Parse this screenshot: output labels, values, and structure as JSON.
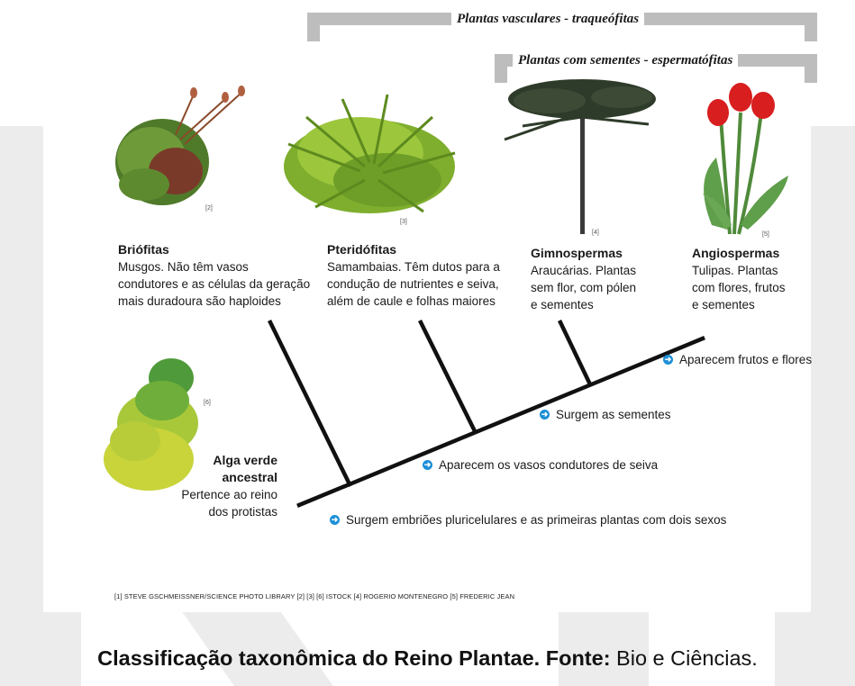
{
  "brackets": {
    "vascular": "Plantas vasculares - traqueófitas",
    "seeds": "Plantas com sementes - espermatófitas"
  },
  "groups": [
    {
      "name": "Briófitas",
      "desc": "Musgos. Não têm vasos\ncondutores e as células da geração\nmais duradoura são haploides",
      "credit": "[2]"
    },
    {
      "name": "Pteridófitas",
      "desc": "Samambaias. Têm dutos para a\ncondução de nutrientes e seiva,\nalém de caule e folhas maiores",
      "credit": "[3]"
    },
    {
      "name": "Gimnospermas",
      "desc": "Araucárias. Plantas\nsem flor, com pólen\ne sementes",
      "credit": "[4]"
    },
    {
      "name": "Angiospermas",
      "desc": "Tulipas. Plantas\ncom flores, frutos\ne sementes",
      "credit": "[5]"
    }
  ],
  "ancestor": {
    "name": "Alga verde\nancestral",
    "desc": "Pertence ao reino\ndos protistas",
    "credit": "[6]"
  },
  "events": [
    "Aparecem frutos e flores",
    "Surgem as sementes",
    "Aparecem os vasos condutores de seiva",
    "Surgem embriões pluricelulares e as primeiras plantas com dois sexos"
  ],
  "credits": "[1] STEVE GSCHMEISSNER/SCIENCE PHOTO LIBRARY  [2] [3] [6] ISTOCK  [4] ROGERIO MONTENEGRO  [5] FREDERIC JEAN",
  "caption": {
    "bold": "Classificação taxonômica do Reino Plantae. Fonte:",
    "normal": " Bio e Ciências."
  },
  "colors": {
    "accent": "#1d8fd8",
    "bracket": "#bdbdbd",
    "watermark": "#e6e6e6"
  }
}
